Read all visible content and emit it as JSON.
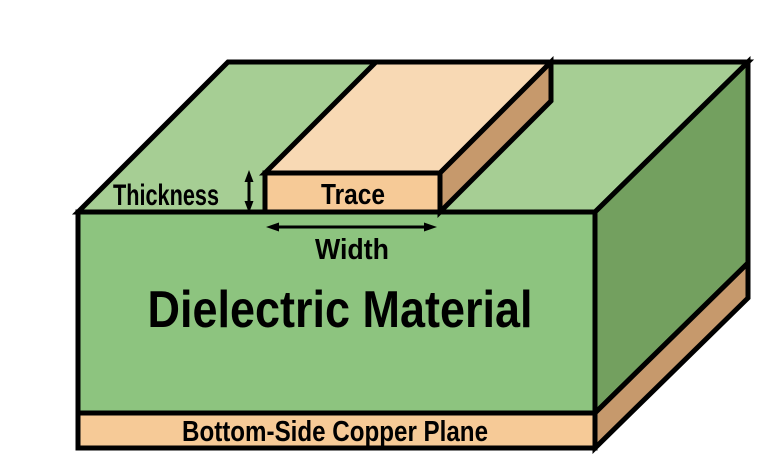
{
  "diagram": {
    "title": "Microstrip PCB cross-section diagram",
    "labels": {
      "thickness": "Thickness",
      "trace": "Trace",
      "width": "Width",
      "dielectric": "Dielectric Material",
      "bottom_plane": "Bottom-Side Copper Plane"
    },
    "colors": {
      "background": "#ffffff",
      "outline": "#000000",
      "text": "#000000",
      "dielectric_top": "#a6ce94",
      "dielectric_front": "#8dc47f",
      "dielectric_side": "#73a05f",
      "copper_top": "#f8d9b4",
      "copper_front": "#f6ca97",
      "copper_side": "#c6996c"
    }
  }
}
